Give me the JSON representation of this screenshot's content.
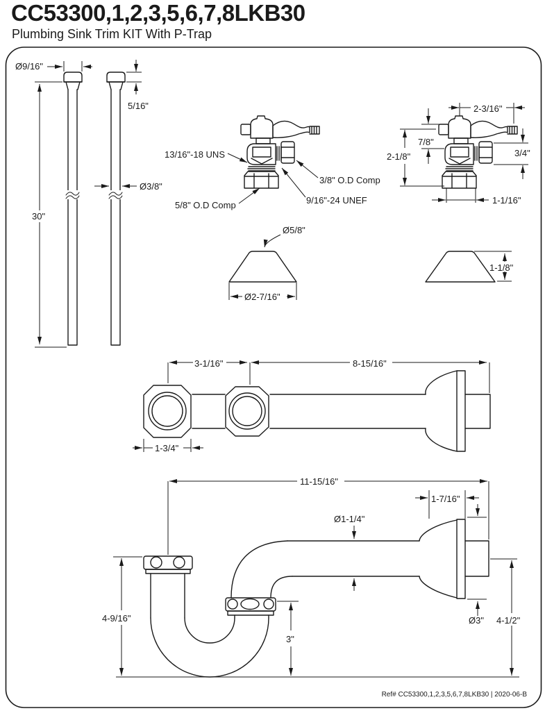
{
  "window": {
    "title": "CC53300,1,2,3,5,6,7,8LKB30",
    "subtitle": "Plumbing Sink Trim KIT With P-Trap",
    "ref": "Ref# CC53300,1,2,3,5,6,7,8LKB30 | 2020-06-B"
  },
  "colors": {
    "ink": "#1a1a1a",
    "paper": "#ffffff"
  },
  "labels": {
    "supply": {
      "cap_diameter": "Ø9/16\"",
      "cap_height": "5/16\"",
      "tube_diameter": "Ø3/8\"",
      "length": "30\""
    },
    "valve": {
      "inlet_thread": "13/16\"-18 UNS",
      "outlet_compression": "3/8\" O.D Comp",
      "outlet_thread": "9/16\"-24 UNEF",
      "inlet_compression": "5/8\" O.D Comp"
    },
    "valve_dims": {
      "handle_length": "2-3/16\"",
      "handle_height": "7/8\"",
      "body_height": "2-1/8\"",
      "outlet_height": "3/4\"",
      "outlet_length": "1-1/16\""
    },
    "escutcheon": {
      "top_diameter": "Ø5/8\"",
      "base_diameter": "Ø2-7/16\"",
      "height": "1-1/8\""
    },
    "extension_tube": {
      "nut_spacing": "3-1/16\"",
      "length": "8-15/16\"",
      "nut_width": "1-3/4\""
    },
    "p_trap": {
      "overall_length": "11-15/16\"",
      "wall_tube": "1-7/16\"",
      "tube_diameter": "Ø1-1/4\"",
      "flange_diameter": "Ø3\"",
      "outlet_height": "4-1/2\"",
      "trap_height": "4-9/16\"",
      "seal_depth": "3\""
    }
  }
}
